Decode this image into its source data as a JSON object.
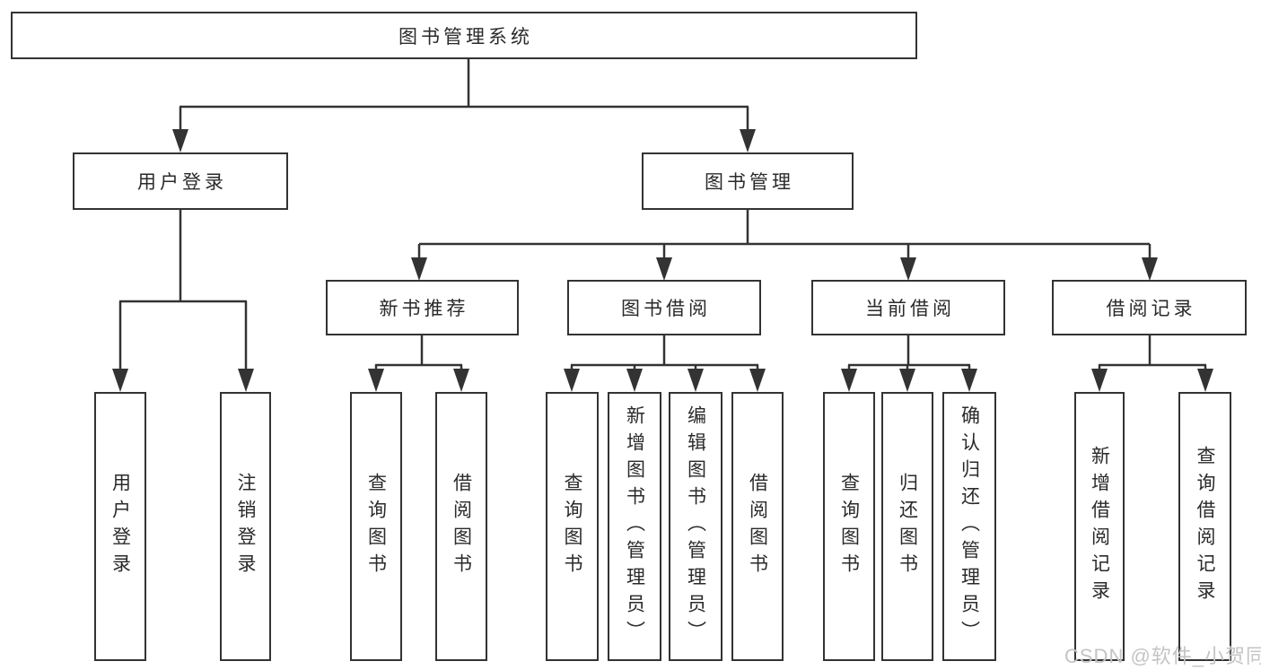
{
  "diagram": {
    "title": "图书管理系统",
    "level2": {
      "user_login": "用户登录",
      "book_mgmt": "图书管理"
    },
    "level3": {
      "new_book": "新书推荐",
      "borrow": "图书借阅",
      "current": "当前借阅",
      "records": "借阅记录"
    },
    "leaves": {
      "user_login": [
        "用户登录",
        "注销登录"
      ],
      "new_book": [
        "查询图书",
        "借阅图书"
      ],
      "borrow": [
        "查询图书",
        "新增图书（管理员）",
        "编辑图书（管理员）",
        "借阅图书"
      ],
      "current": [
        "查询图书",
        "归还图书",
        "确认归还（管理员）"
      ],
      "records": [
        "新增借阅记录",
        "查询借阅记录"
      ]
    },
    "watermark": "CSDN @软件_小贺同学"
  },
  "colors": {
    "line": "#333333",
    "text": "#2a2a2a",
    "background": "#ffffff",
    "watermark": "#c4c4c4"
  }
}
